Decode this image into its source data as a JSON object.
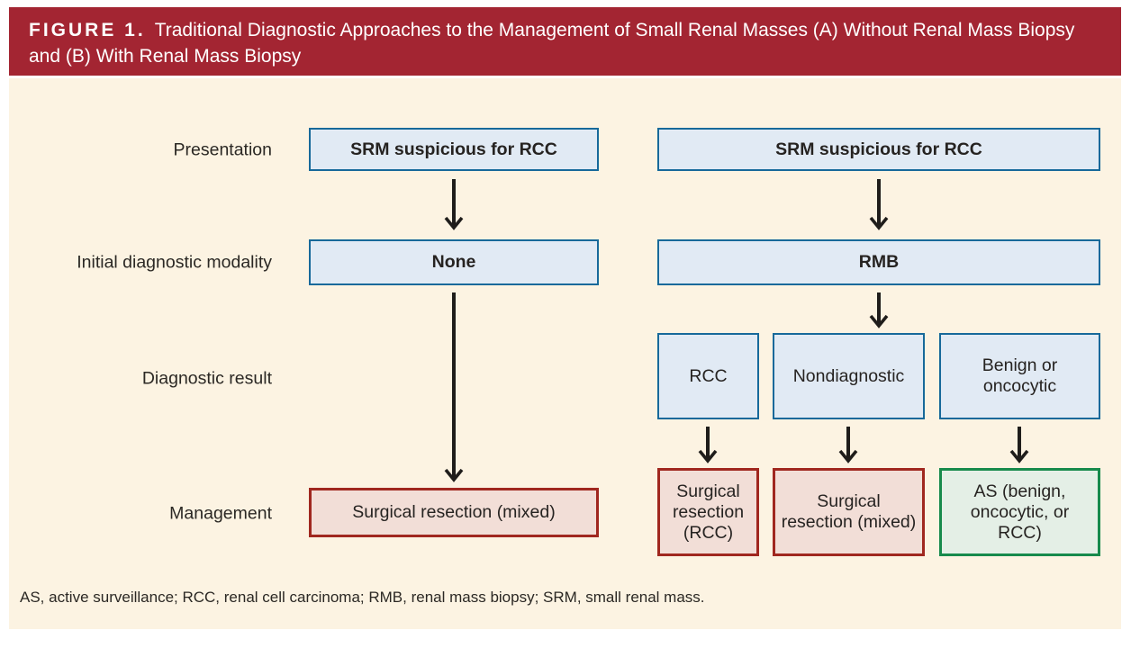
{
  "figure": {
    "label": "FIGURE 1.",
    "title": "Traditional Diagnostic Approaches to the Management of Small Renal Masses (A) Without Renal Mass Biopsy and (B) With Renal Mass Biopsy"
  },
  "row_labels": {
    "presentation": "Presentation",
    "initial_modality": "Initial diagnostic modality",
    "diagnostic_result": "Diagnostic result",
    "management": "Management"
  },
  "pathway_a": {
    "presentation": "SRM suspicious for RCC",
    "initial_modality": "None",
    "management": "Surgical resection (mixed)"
  },
  "pathway_b": {
    "presentation": "SRM suspicious for RCC",
    "initial_modality": "RMB",
    "results": [
      "RCC",
      "Nondiagnostic",
      "Benign or oncocytic"
    ],
    "managements": [
      "Surgical resection (RCC)",
      "Surgical resection (mixed)",
      "AS (benign, oncocytic, or RCC)"
    ]
  },
  "footnote": "AS, active surveillance; RCC, renal cell carcinoma; RMB, renal mass biopsy; SRM, small renal mass.",
  "colors": {
    "header_bg": "#a32532",
    "header_text": "#ffffff",
    "panel_bg": "#fcf3e2",
    "box_blue_fill": "#e1eaf4",
    "box_blue_border": "#17699a",
    "box_red_fill": "#f2ded7",
    "box_red_border": "#a0271f",
    "box_green_fill": "#e4efe6",
    "box_green_border": "#178a4c",
    "arrow": "#1f1d1b",
    "text": "#262321"
  }
}
